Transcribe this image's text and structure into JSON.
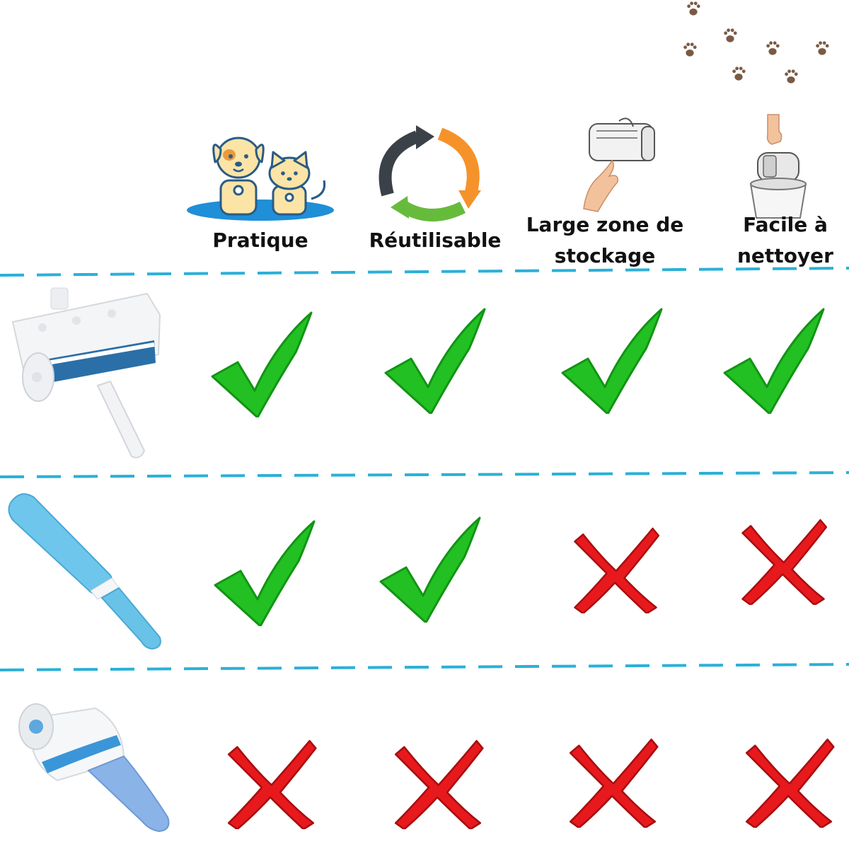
{
  "columns": [
    {
      "label": "Pratique",
      "icon": "dog-and-cat-icon"
    },
    {
      "label": "Réutilisable",
      "icon": "recycle-arrows-icon"
    },
    {
      "label": "Large zone de stockage",
      "label_line1": "Large zone de",
      "label_line2": "stockage",
      "icon": "hand-opening-roller-icon"
    },
    {
      "label": "Facile à nettoyer",
      "label_line1": "Facile à",
      "label_line2": "nettoyer",
      "icon": "hand-emptying-roller-icon"
    }
  ],
  "rows": [
    {
      "product": "white-roller-with-compartment",
      "marks": [
        "check",
        "check",
        "check",
        "check"
      ]
    },
    {
      "product": "blue-lint-brush",
      "marks": [
        "check",
        "check",
        "cross",
        "cross"
      ]
    },
    {
      "product": "adhesive-tape-roller",
      "marks": [
        "cross",
        "cross",
        "cross",
        "cross"
      ]
    }
  ],
  "colors": {
    "check": "#22c023",
    "cross": "#e8191c",
    "divider": "#2ab0d8",
    "paw": "#7a5a45",
    "recycle_dark": "#3b4148",
    "recycle_orange": "#f5922a",
    "recycle_green": "#66bb3c"
  }
}
